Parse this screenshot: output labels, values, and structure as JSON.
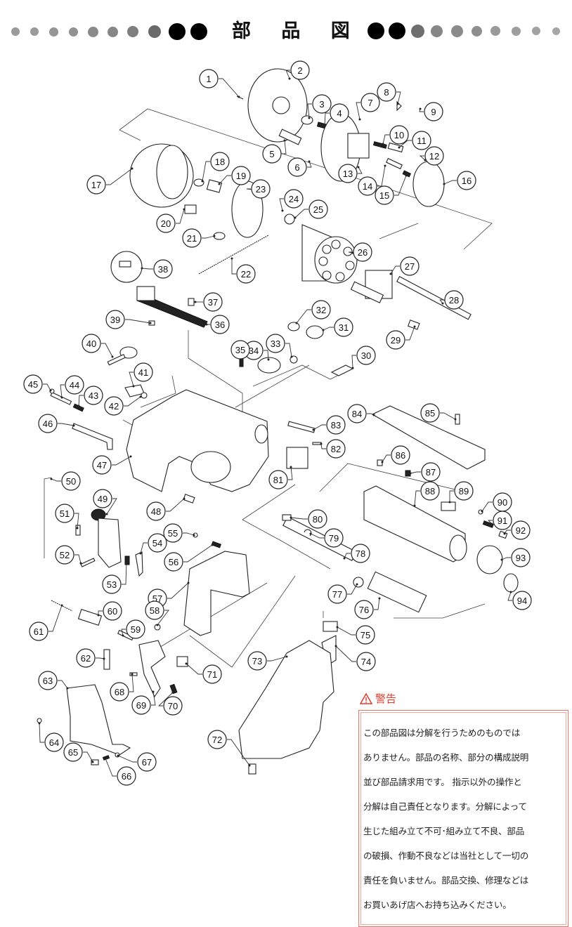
{
  "header": {
    "title": "部 品 図",
    "dot_colors_left": [
      "#9a9a9a",
      "#9a9a9a",
      "#959595",
      "#929292",
      "#8a8a8a",
      "#868686",
      "#7e7e7e",
      "#6a6a6a",
      "#000000",
      "#000000"
    ],
    "dot_colors_right": [
      "#000000",
      "#000000",
      "#6e6e6e",
      "#868686",
      "#8a8a8a",
      "#8e8e8e",
      "#9a9a9a",
      "#9e9e9e",
      "#a2a2a2",
      "#a6a6a6"
    ]
  },
  "diagram": {
    "part_numbers": [
      "1",
      "2",
      "3",
      "4",
      "5",
      "6",
      "7",
      "8",
      "9",
      "10",
      "11",
      "12",
      "13",
      "14",
      "15",
      "16",
      "17",
      "18",
      "19",
      "20",
      "21",
      "22",
      "23",
      "24",
      "25",
      "26",
      "27",
      "28",
      "29",
      "30",
      "31",
      "32",
      "33",
      "34",
      "35",
      "36",
      "37",
      "38",
      "39",
      "40",
      "41",
      "42",
      "43",
      "44",
      "45",
      "46",
      "47",
      "48",
      "49",
      "50",
      "51",
      "52",
      "53",
      "54",
      "55",
      "56",
      "57",
      "58",
      "59",
      "60",
      "61",
      "62",
      "63",
      "64",
      "65",
      "66",
      "67",
      "68",
      "69",
      "70",
      "71",
      "72",
      "73",
      "74",
      "75",
      "76",
      "77",
      "78",
      "79",
      "80",
      "81",
      "82",
      "83",
      "84",
      "85",
      "86",
      "87",
      "88",
      "89",
      "90",
      "91",
      "92",
      "93",
      "94"
    ]
  },
  "warning": {
    "icon": "warning-triangle-icon",
    "title": "警告",
    "color": "#e23a2a",
    "lines": [
      "この部品図は分解を行うためのものでは",
      "ありません。部品の名称、部分の構成説明",
      "並び部品請求用です。 指示以外の操作と",
      "分解は自己責任となります。分解によって",
      "生じた組み立て不可･組み立て不良、部品",
      "の破損、作動不良などは当社として一切の",
      "責任を負いません。部品交換、修理などは",
      "お買いあげ店へお持ち込みください。"
    ]
  }
}
